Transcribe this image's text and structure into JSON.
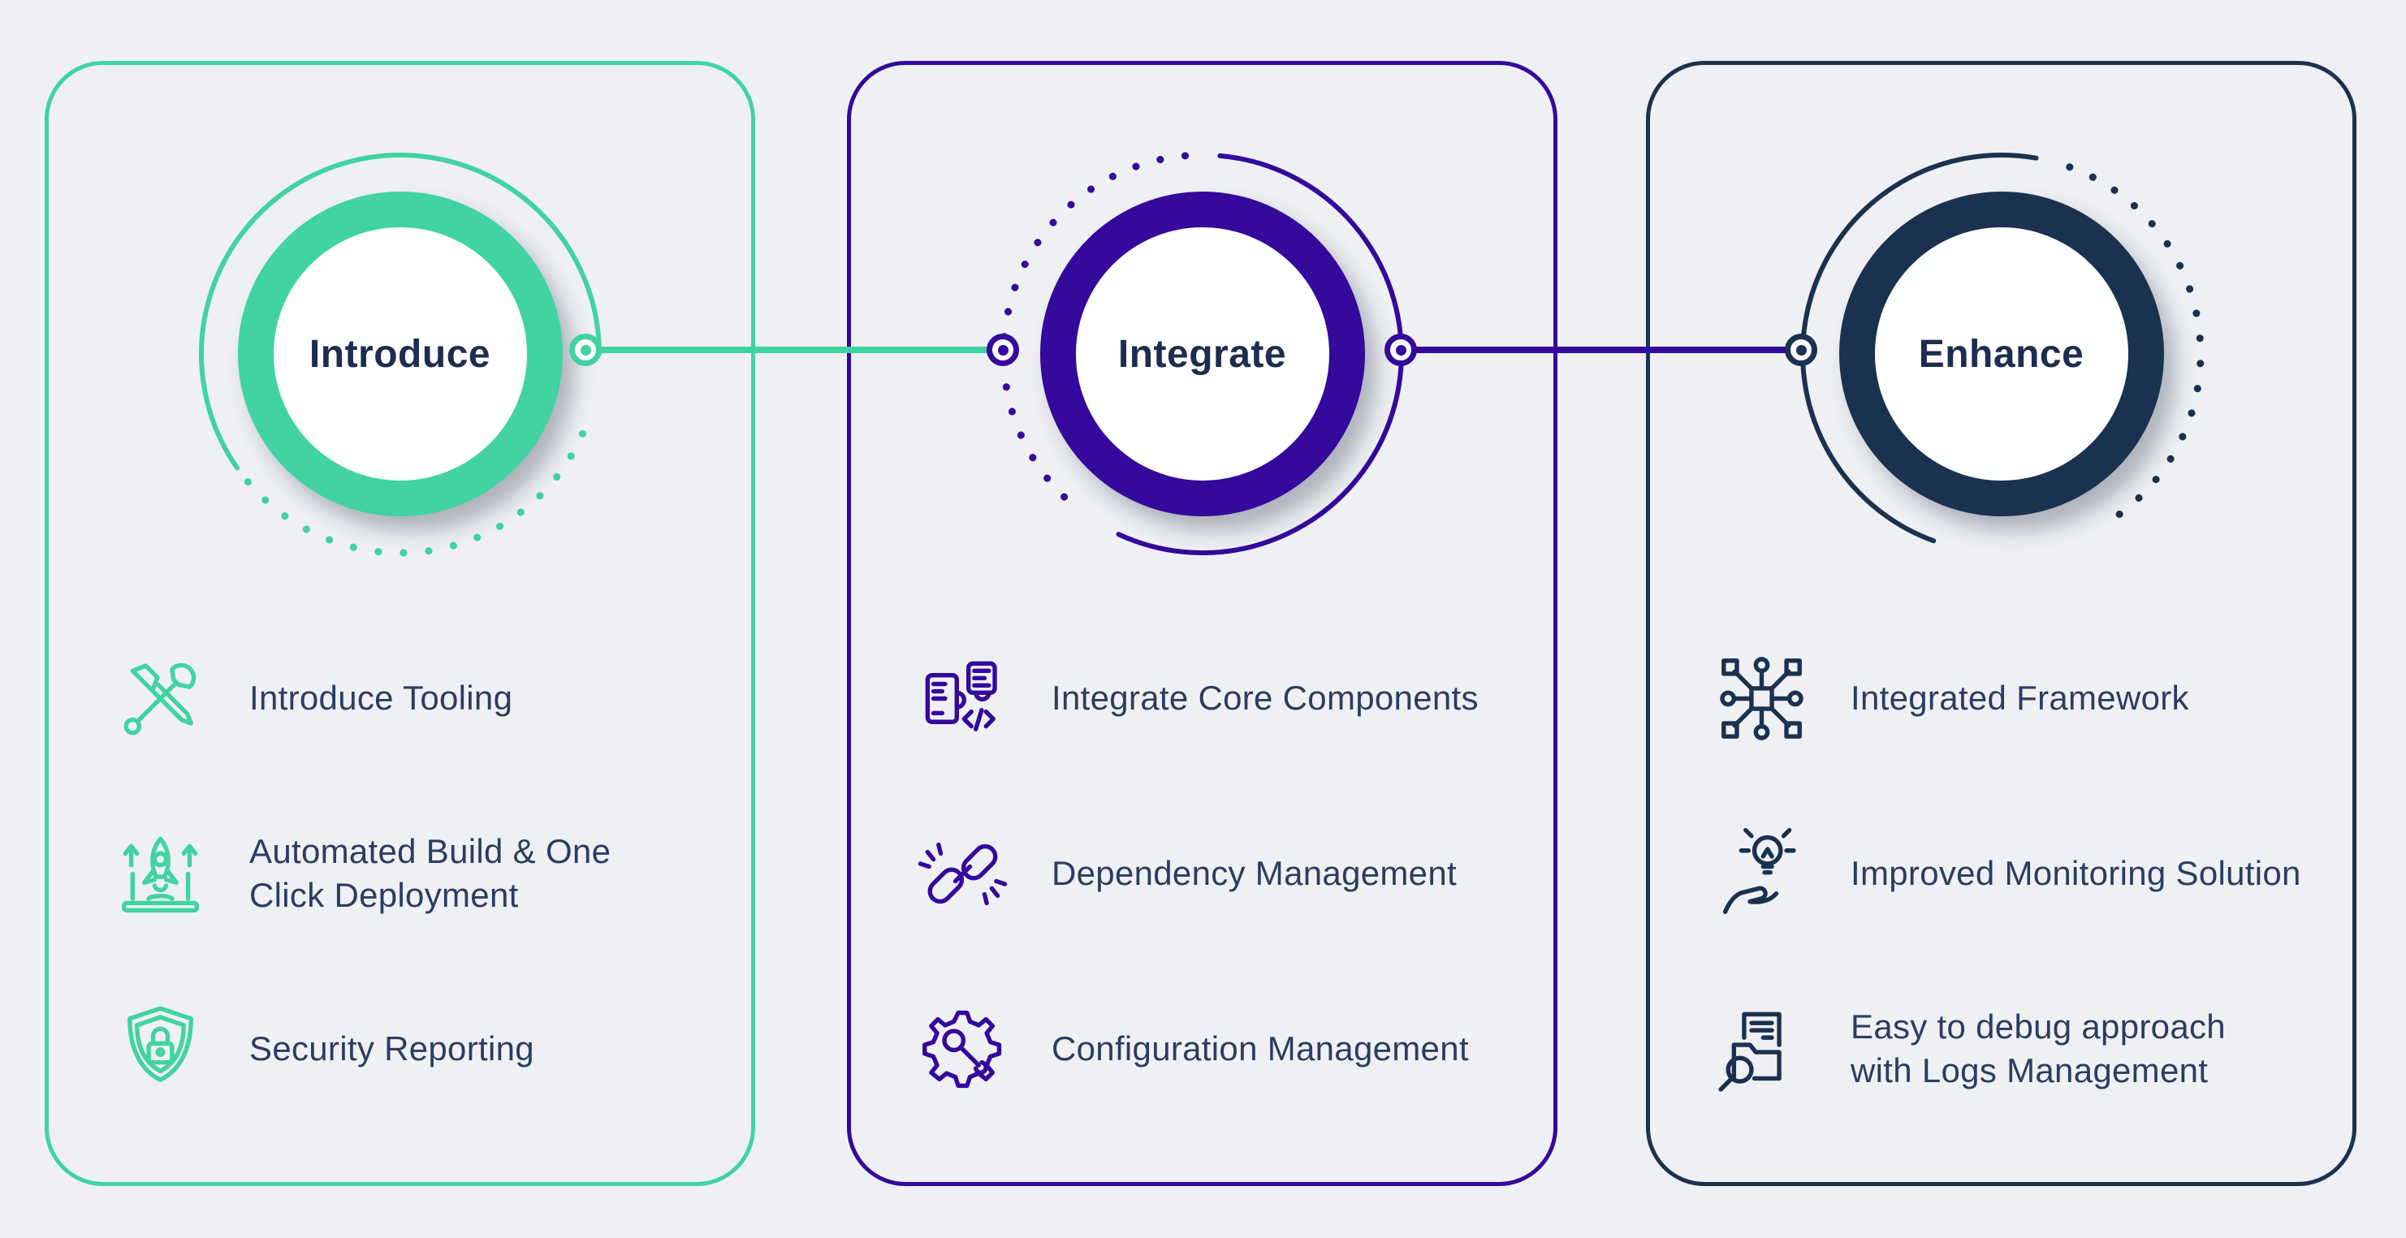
{
  "canvas": {
    "background": "#eef0f3"
  },
  "colors": {
    "teal": "#41d3a2",
    "purple": "#34099c",
    "navy": "#1b3150",
    "title_text": "#1d2c50",
    "item_text": "#2b3d60",
    "circle_fill": "#fdfefe"
  },
  "panels": [
    {
      "id": "introduce",
      "title": "Introduce",
      "accent": "#41d3a2",
      "items": [
        {
          "icon": "tools-icon",
          "label": "Introduce Tooling"
        },
        {
          "icon": "rocket-launch-icon",
          "label": "Automated Build & One\nClick Deployment"
        },
        {
          "icon": "security-shield-icon",
          "label": "Security Reporting"
        }
      ]
    },
    {
      "id": "integrate",
      "title": "Integrate",
      "accent": "#34099c",
      "items": [
        {
          "icon": "puzzle-components-icon",
          "label": "Integrate Core Components"
        },
        {
          "icon": "chain-link-icon",
          "label": "Dependency Management"
        },
        {
          "icon": "gear-wrench-icon",
          "label": "Configuration Management"
        }
      ]
    },
    {
      "id": "enhance",
      "title": "Enhance",
      "accent": "#1b3150",
      "items": [
        {
          "icon": "network-framework-icon",
          "label": "Integrated Framework"
        },
        {
          "icon": "idea-hand-icon",
          "label": "Improved Monitoring Solution"
        },
        {
          "icon": "logs-search-icon",
          "label": "Easy to debug approach\nwith Logs Management"
        }
      ]
    }
  ],
  "connectors": [
    {
      "from": "introduce",
      "to": "integrate",
      "color": "#41d3a2"
    },
    {
      "from": "integrate",
      "to": "enhance",
      "color": "#34099c"
    }
  ]
}
